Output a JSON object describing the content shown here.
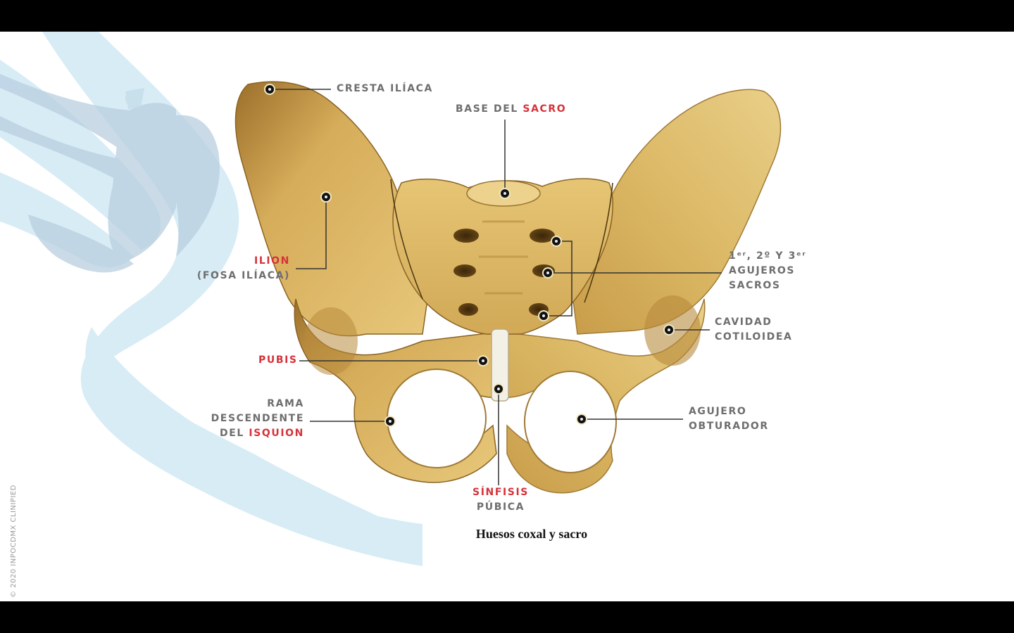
{
  "figure": {
    "caption": "Huesos coxal y sacro",
    "copyright": "© 2020 INPOCDMX CLINIPIED",
    "labels": {
      "cresta_iliaca": "CRESTA ILÍACA",
      "base_sacro": {
        "pre": "BASE DEL ",
        "accent": "SACRO"
      },
      "ilion": {
        "accent": "ILION",
        "sub": "(FOSA ILÍACA)"
      },
      "agujeros_sacros": {
        "line1": "1ᵉʳ, 2º Y 3ᵉʳ",
        "line2": "AGUJEROS",
        "line3": "SACROS"
      },
      "cavidad": {
        "line1": "CAVIDAD",
        "line2": "COTILOIDEA"
      },
      "pubis": "PUBIS",
      "rama": {
        "line1": "RAMA",
        "line2": "DESCENDENTE",
        "line3_pre": "DEL ",
        "line3_accent": "ISQUION"
      },
      "agujero_obturador": {
        "line1": "AGUJERO",
        "line2": "OBTURADOR"
      },
      "sinfisis": {
        "accent": "SÍNFISIS",
        "sub": "PÚBICA"
      }
    },
    "colors": {
      "accent": "#d7323a",
      "label": "#6e6e6e",
      "bone": "#d9b35c",
      "bone_dark": "#a9823a",
      "watermark": "#cfe7f2"
    }
  }
}
